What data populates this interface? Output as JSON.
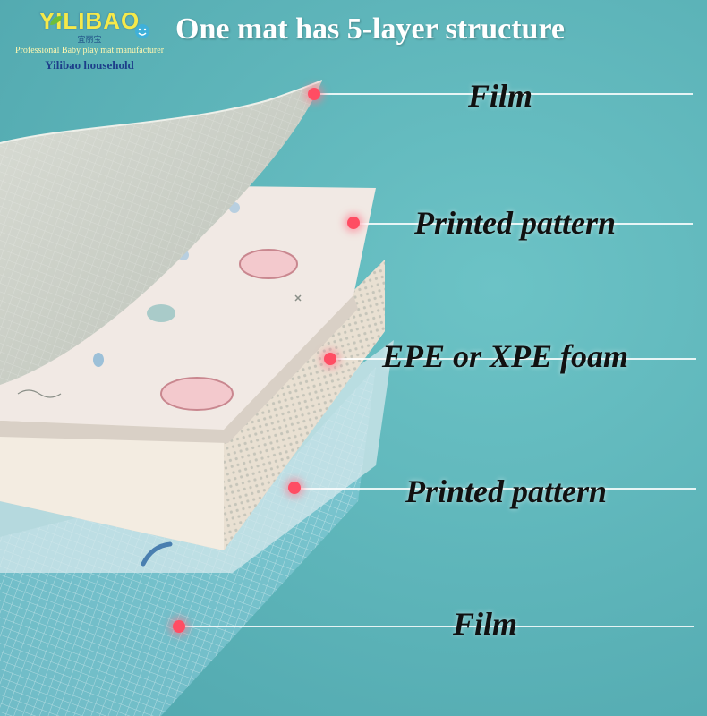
{
  "brand": {
    "logo_text": "YILIBAO",
    "logo_chinese": "宜丽宝",
    "tagline": "Professional Baby play mat manufacturer",
    "company": "Yilibao household",
    "logo_color": "#f5e94a",
    "company_color": "#1d3f8a"
  },
  "headline": "One mat has 5-layer structure",
  "layers": [
    {
      "label": "Film"
    },
    {
      "label": "Printed pattern"
    },
    {
      "label": "EPE or XPE foam"
    },
    {
      "label": "Printed pattern"
    },
    {
      "label": "Film"
    }
  ],
  "colors": {
    "background": "#5fb6bb",
    "marker": "#ff4d63",
    "label": "#111111",
    "headline": "#ffffff"
  }
}
